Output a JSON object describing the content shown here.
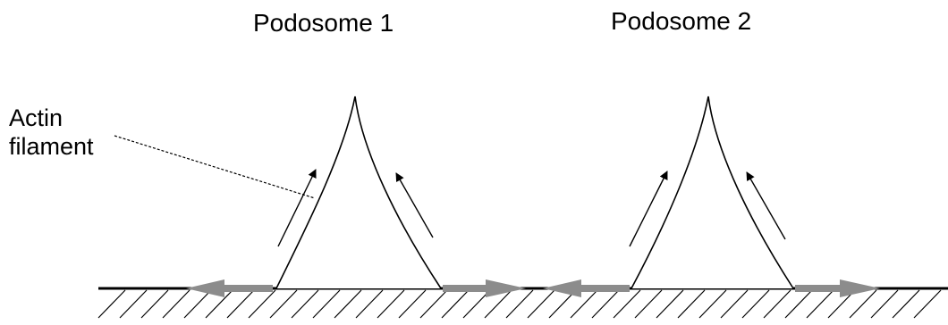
{
  "labels": {
    "podosome_1": "Podosome 1",
    "podosome_2": "Podosome 2",
    "actin_line1": "Actin",
    "actin_line2": "filament"
  },
  "colors": {
    "ink": "#000000",
    "force_arrow": "#8c8c8c",
    "background": "#ffffff"
  },
  "podosomes": [
    {
      "name": "podosome-1",
      "outward_force_arrows": 2,
      "filament_flow_arrows": 2
    },
    {
      "name": "podosome-2",
      "outward_force_arrows": 2,
      "filament_flow_arrows": 2
    }
  ]
}
